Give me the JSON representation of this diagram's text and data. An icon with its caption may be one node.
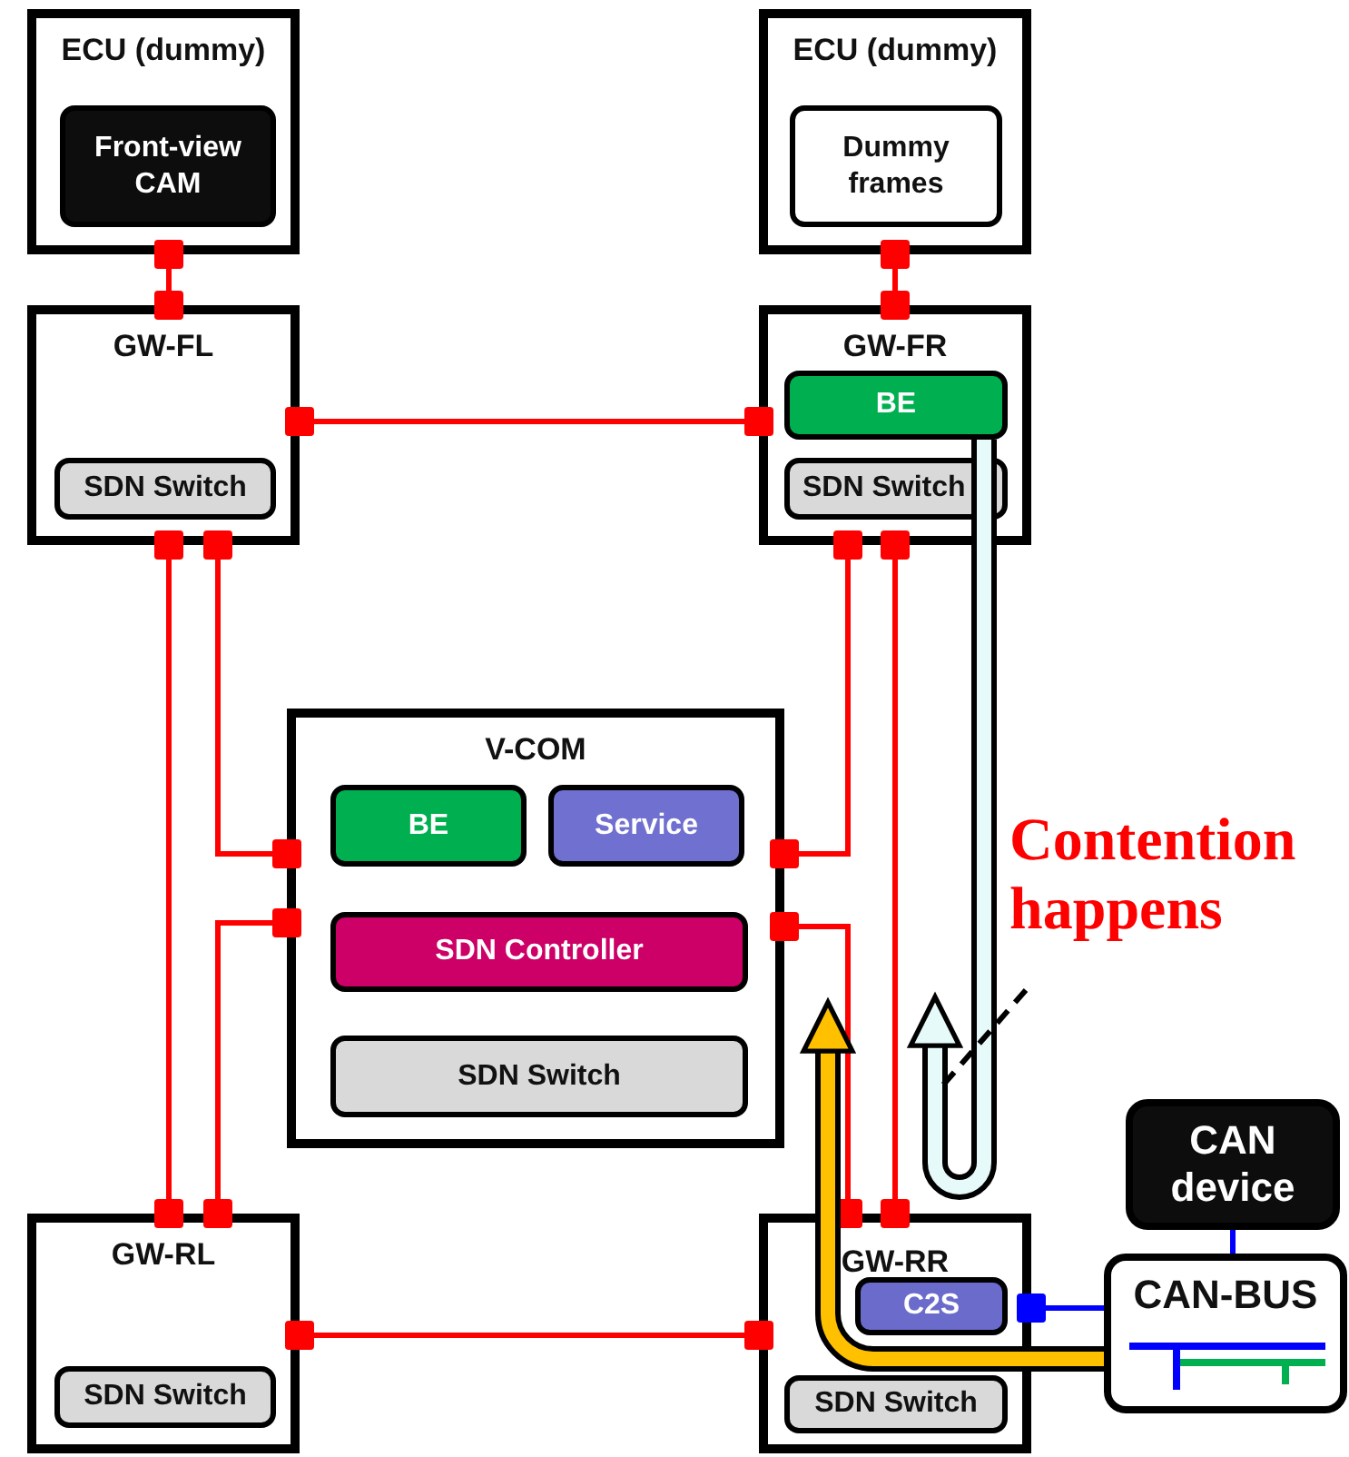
{
  "diagram": {
    "nodes": [
      {
        "text": [
          "ECU (dummy)"
        ]
      },
      {
        "text": [
          "Front-view CAM"
        ],
        "in": 0
      },
      {
        "text": [
          "ECU (dummy)"
        ]
      },
      {
        "text": [
          "Dummy frames"
        ],
        "in": 2
      },
      {
        "text": [
          "GW-FL"
        ]
      },
      {
        "text": [
          "SDN Switch"
        ],
        "in": 4
      },
      {
        "text": [
          "GW-FR"
        ]
      },
      {
        "text": [
          "BE"
        ],
        "in": 6
      },
      {
        "text": [
          "SDN Switch"
        ],
        "in": 6
      },
      {
        "text": [
          "V-COM"
        ]
      },
      {
        "text": [
          "BE"
        ],
        "in": 9
      },
      {
        "text": [
          "Service"
        ],
        "in": 9
      },
      {
        "text": [
          "SDN Controller"
        ],
        "in": 9
      },
      {
        "text": [
          "SDN Switch"
        ],
        "in": 9
      },
      {
        "text": [
          "GW-RL"
        ]
      },
      {
        "text": [
          "SDN Switch"
        ],
        "in": 14
      },
      {
        "text": [
          "GW-RR"
        ]
      },
      {
        "text": [
          "C2S"
        ],
        "in": 16
      },
      {
        "text": [
          "SDN Switch"
        ],
        "in": 16
      },
      {
        "text": [
          "CAN device"
        ]
      },
      {
        "text": [
          "CAN-BUS"
        ]
      },
      {
        "text": [
          "Contention happens"
        ]
      }
    ],
    "edges": [
      {
        "from": 0,
        "to": 4,
        "arrow": "other"
      },
      {
        "from": 2,
        "to": 6,
        "arrow": "other"
      },
      {
        "from": 4,
        "to": 6,
        "arrow": "other"
      },
      {
        "from": 4,
        "to": 14,
        "arrow": "other"
      },
      {
        "from": 4,
        "to": 9,
        "arrow": "other"
      },
      {
        "from": 9,
        "to": 14,
        "arrow": "other"
      },
      {
        "from": 6,
        "to": 9,
        "arrow": "other"
      },
      {
        "from": 6,
        "to": 16,
        "arrow": "other"
      },
      {
        "from": 9,
        "to": 16,
        "arrow": "other"
      },
      {
        "from": 14,
        "to": 16,
        "arrow": "other"
      },
      {
        "from": 20,
        "to": 16,
        "arrow": "other",
        "color": "#0000ff"
      },
      {
        "from": 19,
        "to": 20,
        "arrow": "none",
        "color": "#0000ff"
      },
      {
        "from": 7,
        "to": null,
        "arrow": "to",
        "style": "thick",
        "color": "#e6fafa"
      },
      {
        "from": 20,
        "to": 9,
        "arrow": "to",
        "style": "thick",
        "color": "#ffc000"
      },
      {
        "from": 21,
        "to": null,
        "arrow": "none",
        "style": "dashed",
        "color": "#000000"
      }
    ]
  }
}
